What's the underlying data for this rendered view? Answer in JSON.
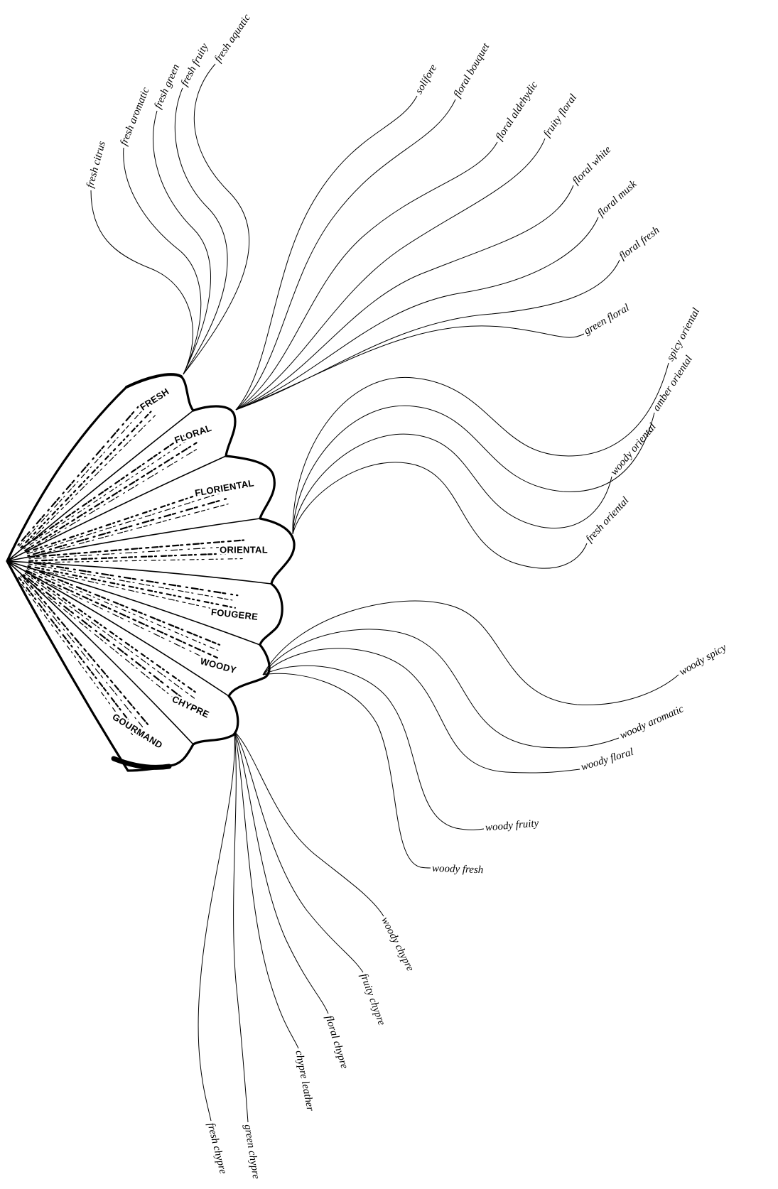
{
  "shell": {
    "families": [
      "FRESH",
      "FLORAL",
      "FLORIENTAL",
      "ORIENTAL",
      "FOUGERE",
      "WOODY",
      "CHYPRE",
      "GOURMAND"
    ]
  },
  "groups": {
    "fresh": [
      "fresh citrus",
      "fresh aromatic",
      "fresh green",
      "fresh fruity",
      "fresh aquatic"
    ],
    "floral": [
      "solifore",
      "floral bouquet",
      "floral aldehydic",
      "fruity floral",
      "floral white",
      "floral musk",
      "floral fresh",
      "green floral"
    ],
    "oriental": [
      "spicy oriental",
      "amber oriental",
      "woody oriental",
      "fresh oriental"
    ],
    "woody": [
      "woody spicy",
      "woody aromatic",
      "woody floral",
      "woody fruity",
      "woody fresh"
    ],
    "chypre": [
      "woody chypre",
      "fruity chypre",
      "floral chypre",
      "chypre leather",
      "green chypre",
      "fresh chypre"
    ]
  },
  "colors": {
    "ink": "#000000",
    "background": "#ffffff"
  }
}
